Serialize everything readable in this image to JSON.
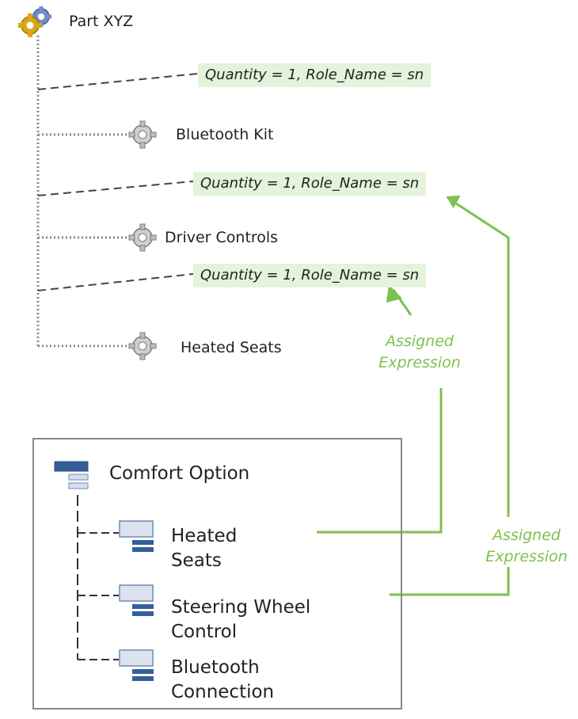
{
  "root": {
    "label": "Part XYZ",
    "icon": "gear-assembly-icon"
  },
  "children": [
    {
      "label": "Bluetooth Kit",
      "icon": "gear-icon"
    },
    {
      "label": "Driver Controls",
      "icon": "gear-icon"
    },
    {
      "label": "Heated Seats",
      "icon": "gear-icon"
    }
  ],
  "expressions": [
    "Quantity = 1, Role_Name = sn",
    "Quantity = 1, Role_Name = sn",
    "Quantity = 1, Role_Name = sn"
  ],
  "annotations": {
    "assigned_1": [
      "Assigned",
      "Expression"
    ],
    "assigned_2": [
      "Assigned",
      "Expression"
    ]
  },
  "option_group": {
    "title": "Comfort Option",
    "icon": "option-group-icon",
    "items": [
      {
        "lines": [
          "Heated",
          "Seats"
        ],
        "icon": "option-item-icon"
      },
      {
        "lines": [
          "Steering Wheel",
          "Control"
        ],
        "icon": "option-item-icon"
      },
      {
        "lines": [
          "Bluetooth",
          "Connection"
        ],
        "icon": "option-item-icon"
      }
    ]
  },
  "colors": {
    "accent_green": "#7cc24e",
    "expression_bg": "#e3f3dc",
    "option_icon_dark": "#355f9a",
    "option_icon_light": "#d7e0ee",
    "tree_line": "#888888"
  }
}
